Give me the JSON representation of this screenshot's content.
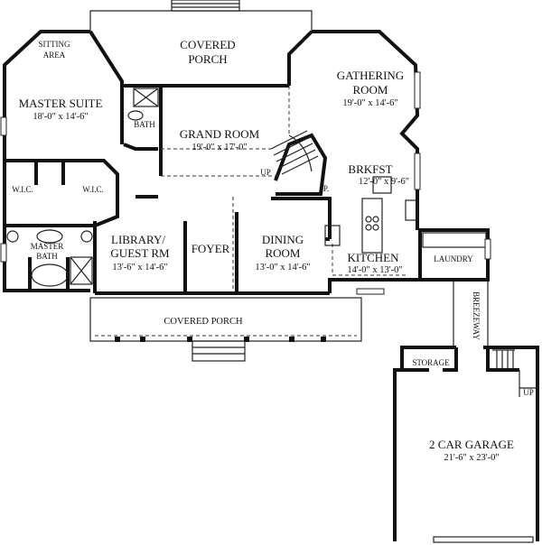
{
  "rooms": {
    "sitting_area": {
      "line1": "SITTING",
      "line2": "AREA"
    },
    "covered_porch_rear": {
      "line1": "COVERED",
      "line2": "PORCH"
    },
    "gathering_room": {
      "line1": "GATHERING",
      "line2": "ROOM",
      "dim": "19'-0\" x 14'-6\""
    },
    "master_suite": {
      "name": "MASTER SUITE",
      "dim": "18'-0\" x 14'-6\""
    },
    "bath": {
      "name": "BATH"
    },
    "grand_room": {
      "name": "GRAND ROOM",
      "dim": "19'-0\" x 17'-0\""
    },
    "stairs_up": {
      "name": "UP"
    },
    "brkfst": {
      "name": "BRKFST",
      "dim": "12'-0\" x 9'-6\""
    },
    "pantry": {
      "name": "P."
    },
    "wic_left": {
      "name": "W.I.C."
    },
    "wic_right": {
      "name": "W.I.C."
    },
    "master_bath": {
      "line1": "MASTER",
      "line2": "BATH"
    },
    "library": {
      "line1": "LIBRARY/",
      "line2": "GUEST RM",
      "dim": "13'-6\" x 14'-6\""
    },
    "foyer": {
      "name": "FOYER"
    },
    "dining_room": {
      "line1": "DINING",
      "line2": "ROOM",
      "dim": "13'-0\" x 14'-6\""
    },
    "kitchen": {
      "name": "KITCHEN",
      "dim": "14'-0\" x 13'-0\""
    },
    "laundry": {
      "name": "LAUNDRY"
    },
    "covered_porch_front": {
      "name": "COVERED PORCH"
    },
    "breezeway": {
      "name": "BREEZEWAY"
    },
    "storage": {
      "name": "STORAGE"
    },
    "garage_stairs_up": {
      "name": "UP"
    },
    "garage": {
      "name": "2 CAR GARAGE",
      "dim": "21'-6\" x 23'-0\""
    }
  }
}
